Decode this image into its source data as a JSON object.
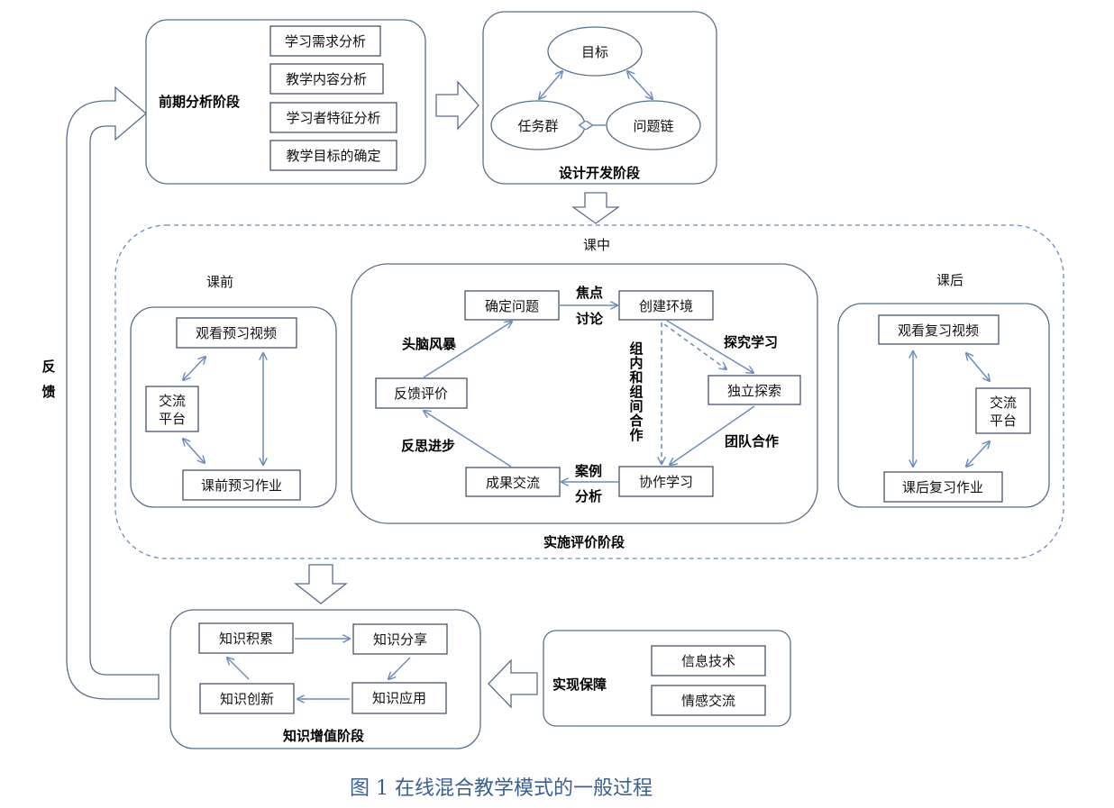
{
  "pre_analysis": {
    "title": "前期分析阶段",
    "items": [
      "学习需求分析",
      "教学内容分析",
      "学习者特征分析",
      "教学目标的确定"
    ]
  },
  "design_stage": {
    "title": "设计开发阶段",
    "goal": "目标",
    "tasks": "任务群",
    "problems": "问题链"
  },
  "in_class": {
    "label": "课中",
    "stage_title": "实施评价阶段",
    "nodes": {
      "define": "确定问题",
      "create_env": "创建环境",
      "independent": "独立探索",
      "collab": "协作学习",
      "share": "成果交流",
      "feedback": "反馈评价"
    },
    "edges": {
      "focus_1": "焦点",
      "focus_2": "讨论",
      "inquiry": "探究学习",
      "group": "组内和组间合作",
      "team": "团队合作",
      "case_1": "案例",
      "case_2": "分析",
      "reflect": "反思进步",
      "brainstorm": "头脑风暴"
    }
  },
  "pre_class": {
    "label": "课前",
    "video": "观看预习视频",
    "platform_1": "交流",
    "platform_2": "平台",
    "homework": "课前预习作业"
  },
  "post_class": {
    "label": "课后",
    "video": "观看复习视频",
    "platform_1": "交流",
    "platform_2": "平台",
    "homework": "课后复习作业"
  },
  "knowledge": {
    "title": "知识增值阶段",
    "accumulate": "知识积累",
    "share": "知识分享",
    "apply": "知识应用",
    "innovate": "知识创新"
  },
  "support": {
    "title": "实现保障",
    "items": [
      "信息技术",
      "情感交流"
    ]
  },
  "feedback_label": "反馈",
  "caption": "图 1 在线混合教学模式的一般过程"
}
